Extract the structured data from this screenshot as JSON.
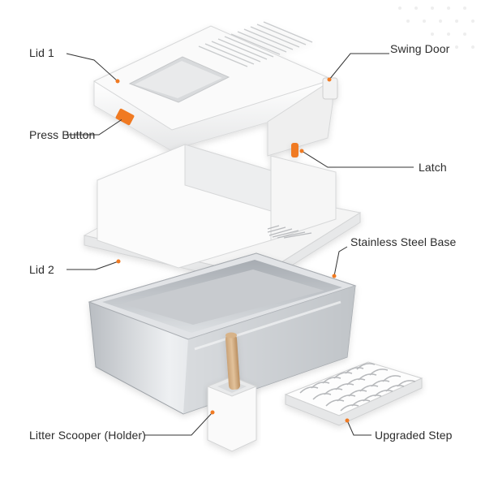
{
  "labels": {
    "lid1": "Lid 1",
    "press_button": "Press Button",
    "lid2": "Lid 2",
    "litter_scooper": "Litter Scooper (Holder)",
    "swing_door": "Swing Door",
    "latch": "Latch",
    "stainless_base": "Stainless Steel Base",
    "upgraded_step": "Upgraded Step"
  },
  "colors": {
    "accent": "#F07A22",
    "leader_line": "#333333",
    "plastic": "#FBFBFA",
    "steel": "#C9CCD0"
  }
}
